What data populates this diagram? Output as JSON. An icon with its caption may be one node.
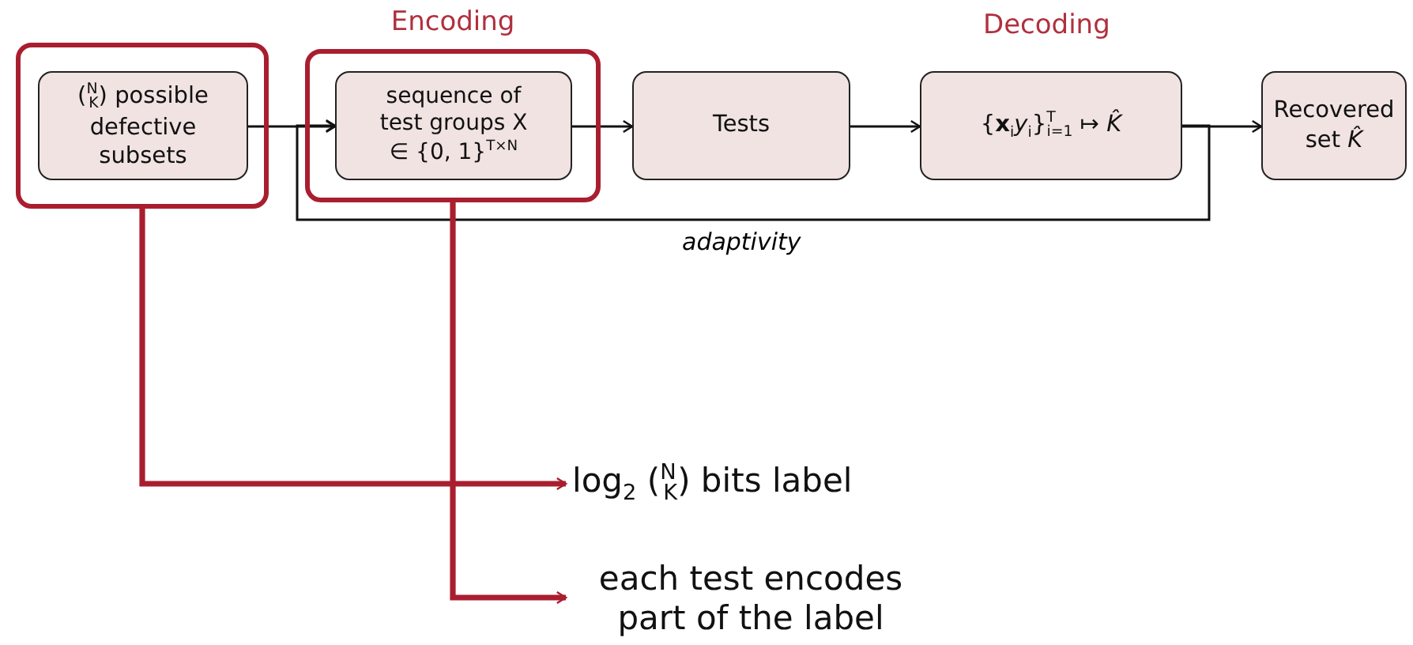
{
  "diagram": {
    "nodes": [
      {
        "text": [],
        "shape": "box"
      },
      {
        "text": [
          "($^{N}$$_{K}$) possible defective subsets"
        ],
        "in": 0
      },
      {
        "text": [
          "Encoding"
        ]
      },
      {
        "text": [
          "sequence of test groups X ∈ {0, 1}$^{T×N}$"
        ],
        "in": 2
      },
      {
        "text": [
          "Tests"
        ]
      },
      {
        "text": [
          "{**x**$_{i}$*y*$_{i}$}$^{T}$$_{i=1}$ ↦ *K̂*"
        ]
      },
      {
        "text": [
          "Recovered set *K̂*"
        ]
      },
      {
        "text": [
          "log$_{2}$ ($^{N}$$_{K}$) bits label"
        ]
      },
      {
        "text": [
          "each test encodes part of the label"
        ]
      }
    ],
    "edges": [
      {
        "from": 1,
        "to": 3,
        "arrow": "to"
      },
      {
        "from": 3,
        "to": 4,
        "arrow": "to"
      },
      {
        "from": 4,
        "to": 5,
        "arrow": "to"
      },
      {
        "from": 5,
        "to": 6,
        "arrow": "to"
      },
      {
        "from": 5,
        "to": 3,
        "arrow": "to",
        "label": "adaptivity"
      },
      {
        "from": 0,
        "to": 7,
        "arrow": "to",
        "style": "thick",
        "color": "#a91e2f"
      },
      {
        "from": 2,
        "to": 8,
        "arrow": "to",
        "style": "thick",
        "color": "#a91e2f"
      }
    ],
    "labels": [
      "Decoding"
    ]
  }
}
